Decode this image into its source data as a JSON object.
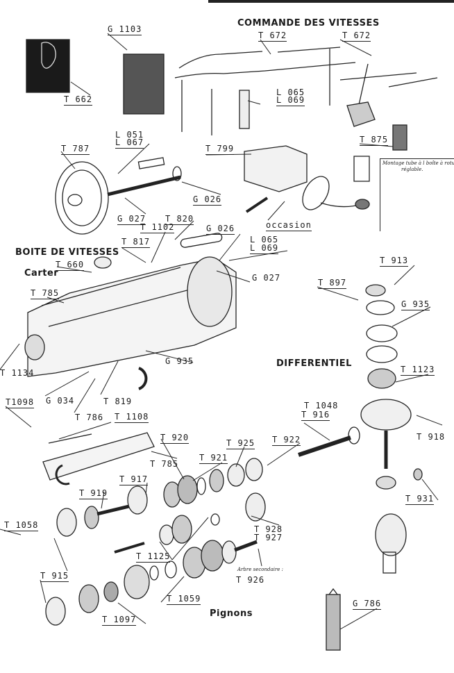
{
  "sections": {
    "commande": "COMMANDE DES VITESSES",
    "boite": "BOITE DE VITESSES",
    "carter": "Carter",
    "differentiel": "DIFFERENTIEL",
    "pignons": "Pignons"
  },
  "notes": {
    "montage_line1": "Montage tube à l boîte à rotule",
    "montage_line2": "réglable.",
    "arbre": "Arbre secondaire :",
    "occasion": "occasion"
  },
  "labels": [
    {
      "id": "g1103",
      "text": "G 1103"
    },
    {
      "id": "t662",
      "text": "T 662"
    },
    {
      "id": "t672a",
      "text": "T 672"
    },
    {
      "id": "t672b",
      "text": "T 672"
    },
    {
      "id": "l065a",
      "text": "L 065"
    },
    {
      "id": "l069a",
      "text": "L 069"
    },
    {
      "id": "l051",
      "text": "L 051"
    },
    {
      "id": "l067",
      "text": "L 067"
    },
    {
      "id": "t787",
      "text": "T 787"
    },
    {
      "id": "t799",
      "text": "T 799"
    },
    {
      "id": "t875",
      "text": "T 875"
    },
    {
      "id": "g026a",
      "text": "G 026"
    },
    {
      "id": "g027a",
      "text": "G 027"
    },
    {
      "id": "t820",
      "text": "T 820"
    },
    {
      "id": "t1102",
      "text": "T 1102"
    },
    {
      "id": "g026b",
      "text": "G 026"
    },
    {
      "id": "t817",
      "text": "T 817"
    },
    {
      "id": "l065b",
      "text": "L 065"
    },
    {
      "id": "l069b",
      "text": "L 069"
    },
    {
      "id": "t660",
      "text": "T 660"
    },
    {
      "id": "g027b",
      "text": "G 027"
    },
    {
      "id": "t913",
      "text": "T 913"
    },
    {
      "id": "t785a",
      "text": "T 785"
    },
    {
      "id": "t897",
      "text": "T 897"
    },
    {
      "id": "g935b",
      "text": "G 935"
    },
    {
      "id": "g935a",
      "text": "G 935"
    },
    {
      "id": "t1134",
      "text": "T 1134"
    },
    {
      "id": "t1123",
      "text": "T 1123"
    },
    {
      "id": "t1098",
      "text": "T1098"
    },
    {
      "id": "g034",
      "text": "G 034"
    },
    {
      "id": "t819",
      "text": "T 819"
    },
    {
      "id": "t786",
      "text": "T 786"
    },
    {
      "id": "t1108",
      "text": "T 1108"
    },
    {
      "id": "t1048",
      "text": "T 1048"
    },
    {
      "id": "t916",
      "text": "T 916"
    },
    {
      "id": "t918",
      "text": "T 918"
    },
    {
      "id": "t920",
      "text": "T 920"
    },
    {
      "id": "t925",
      "text": "T 925"
    },
    {
      "id": "t922",
      "text": "T 922"
    },
    {
      "id": "t785b",
      "text": "T 785"
    },
    {
      "id": "t921",
      "text": "T 921"
    },
    {
      "id": "t917",
      "text": "T 917"
    },
    {
      "id": "t919",
      "text": "T 919"
    },
    {
      "id": "t931",
      "text": "T 931"
    },
    {
      "id": "t1058",
      "text": "T 1058"
    },
    {
      "id": "t928",
      "text": "T 928"
    },
    {
      "id": "t927",
      "text": "T 927"
    },
    {
      "id": "t1125",
      "text": "T 1125"
    },
    {
      "id": "t915",
      "text": "T 915"
    },
    {
      "id": "t926",
      "text": "T 926"
    },
    {
      "id": "t1059",
      "text": "T 1059"
    },
    {
      "id": "t1097",
      "text": "T 1097"
    },
    {
      "id": "g786",
      "text": "G 786"
    }
  ]
}
